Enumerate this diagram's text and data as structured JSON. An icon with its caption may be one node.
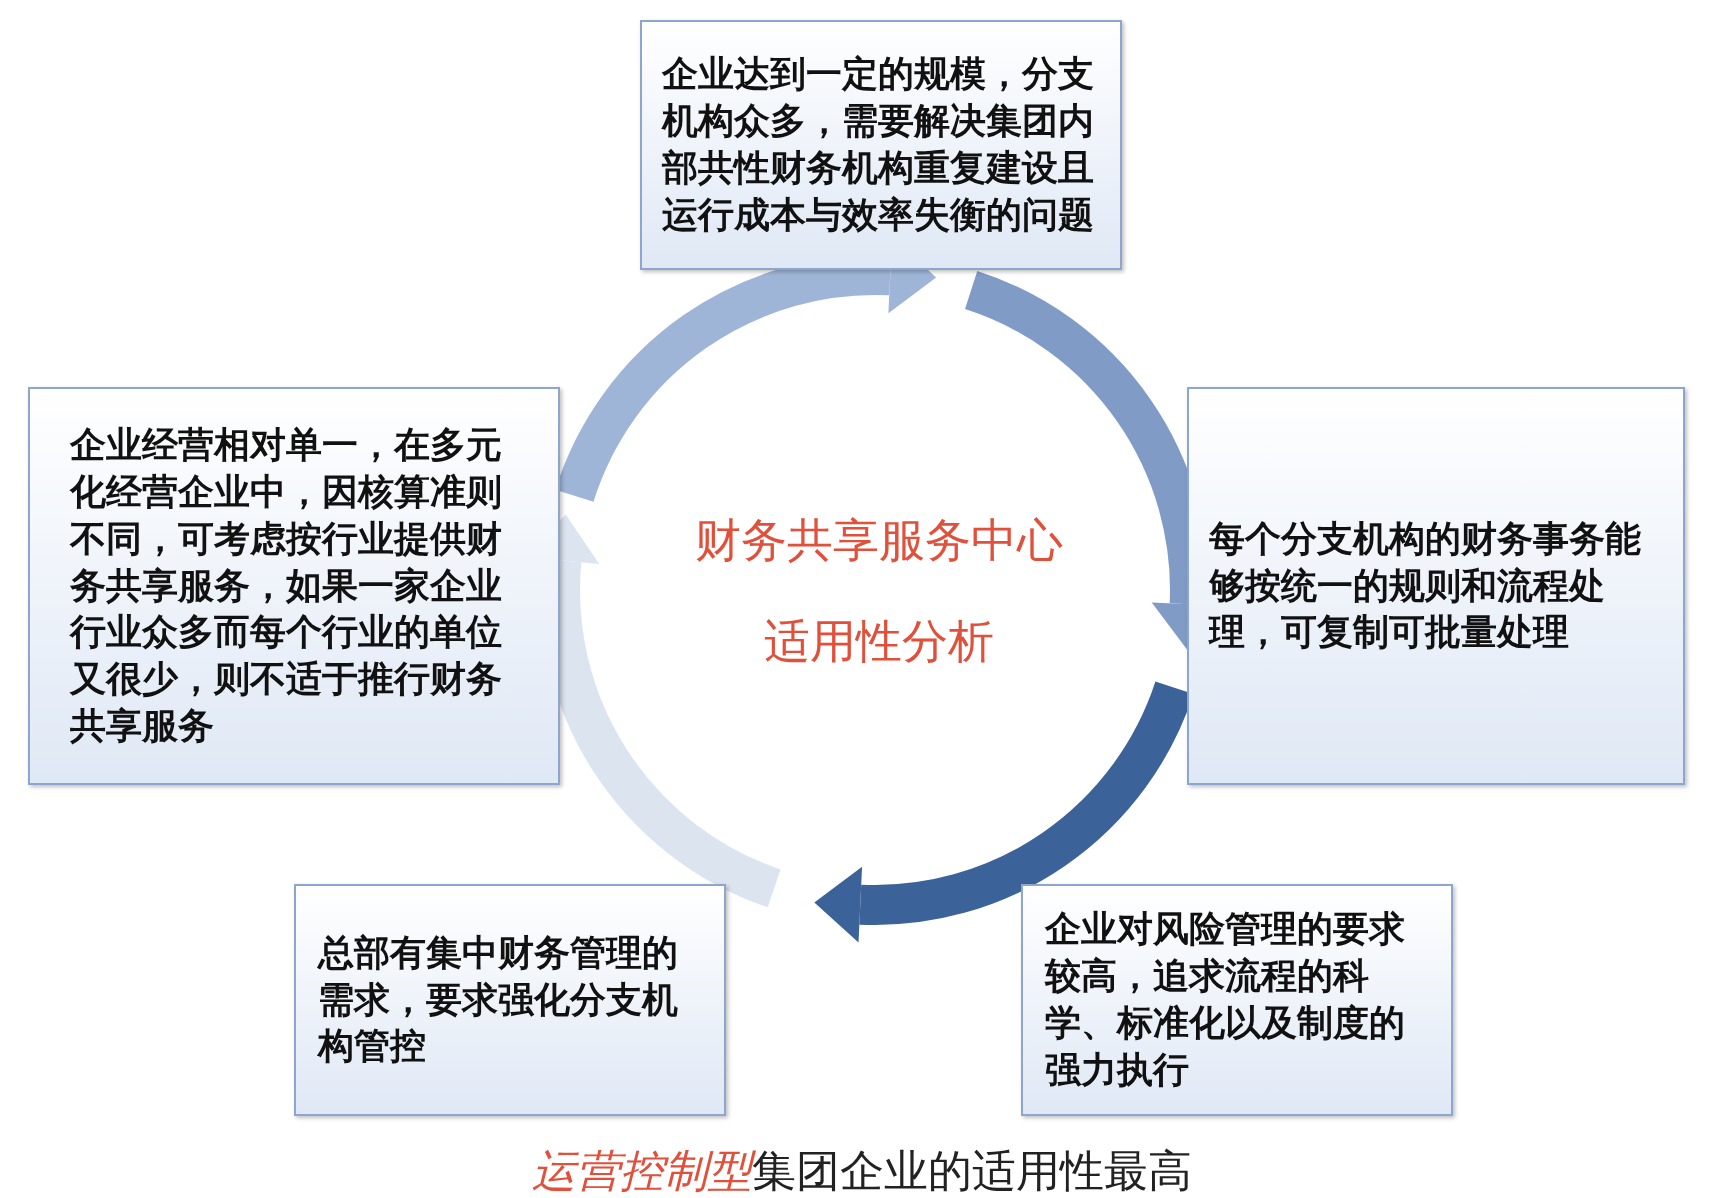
{
  "diagram": {
    "title": "财务共享服务中心适用性分析",
    "labels": [
      "运营控制型",
      "集团企业的适用性最高"
    ],
    "nodes": [
      {
        "text": [
          "企业达到一定的规模，分支机构众多，需要解决集团内部共性财务机构重复建设且运行成本与效率失衡的问题"
        ]
      },
      {
        "text": [
          "企业经营相对单一，在多元化经营企业中，因核算准则不同，可考虑按行业提供财务共享服务，如果一家企业行业众多而每个行业的单位又很少，则不适于推行财务共享服务"
        ]
      },
      {
        "text": [
          "每个分支机构的财务事务能够按统一的规则和流程处理，可复制可批量处理"
        ]
      },
      {
        "text": [
          "总部有集中财务管理的需求，要求强化分支机构管控"
        ]
      },
      {
        "text": [
          "企业对风险管理的要求较高，追求流程的科学、标准化以及制度的强力执行"
        ]
      }
    ],
    "edges": [
      {
        "from": 1,
        "to": 0,
        "arrow": "to",
        "color": "#9fb5d8"
      },
      {
        "from": 0,
        "to": 2,
        "arrow": "to",
        "color": "#7f9bc6"
      },
      {
        "from": 2,
        "to": 3,
        "arrow": "to",
        "color": "#3c6399"
      },
      {
        "from": 3,
        "to": 1,
        "arrow": "to",
        "color": "#dce4f0"
      }
    ]
  }
}
